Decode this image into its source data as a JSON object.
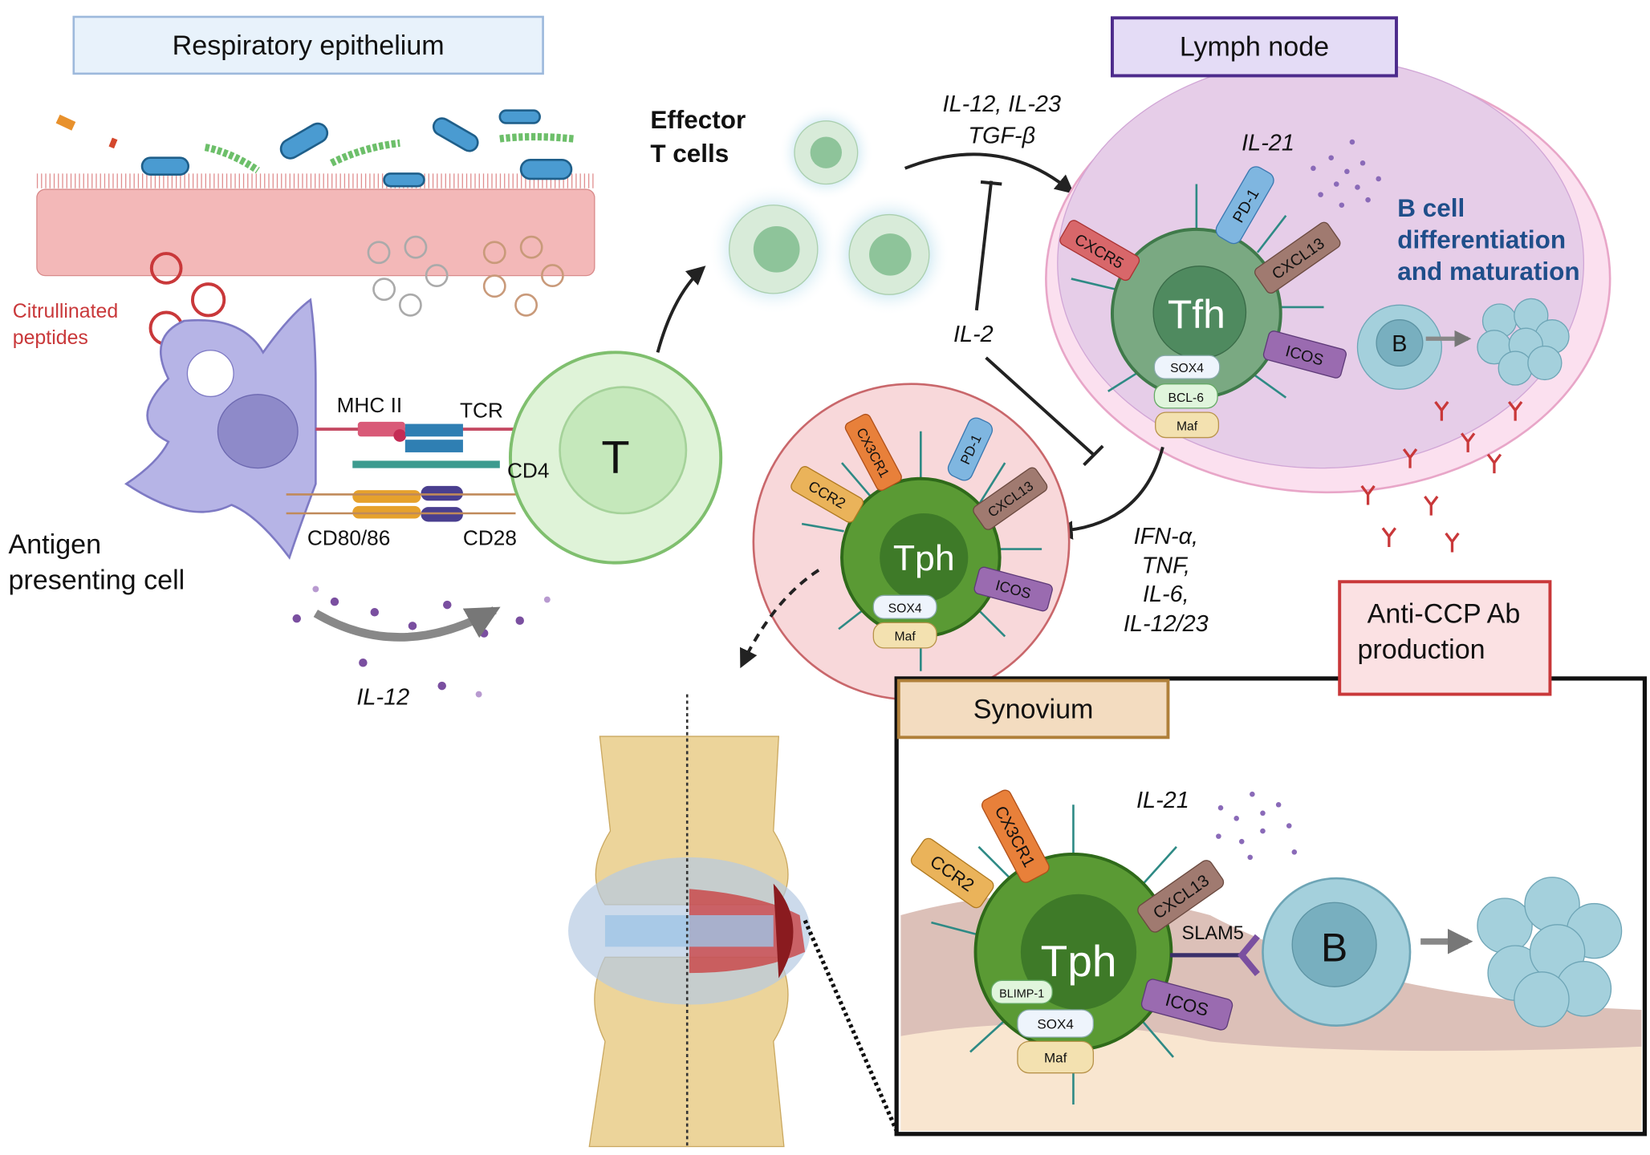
{
  "panels": {
    "respiratory_epithelium": "Respiratory epithelium",
    "lymph_node": "Lymph node",
    "synovium": "Synovium",
    "anti_ccp": [
      "Anti-CCP Ab",
      "production"
    ]
  },
  "labels": {
    "citrullinated": [
      "Citrullinated",
      "peptides"
    ],
    "apc": [
      "Antigen",
      "presenting cell"
    ],
    "mhc2": "MHC II",
    "tcr": "TCR",
    "cd4": "CD4",
    "cd80_86": "CD80/86",
    "cd28": "CD28",
    "t_cell": "T",
    "il12": "IL-12",
    "effector": [
      "Effector",
      "T cells"
    ],
    "il12_il23": "IL-12, IL-23",
    "tgfb": "TGF-β",
    "il2": "IL-2",
    "il21_ln": "IL-21",
    "il21_syn": "IL-21",
    "b_diff": [
      "B cell",
      "differentiation",
      "and maturation"
    ],
    "b_cell": "B",
    "cytokines": [
      "IFN-α,",
      "TNF,",
      "IL-6,",
      "IL-12/23"
    ],
    "slam5": "SLAM5"
  },
  "tfh": {
    "name": "Tfh",
    "receptors": [
      "CXCR5",
      "PD-1",
      "CXCL13",
      "ICOS"
    ],
    "factors": [
      "SOX4",
      "BCL-6",
      "Maf"
    ]
  },
  "tph_ln": {
    "name": "Tph",
    "receptors": [
      "CCR2",
      "CX3CR1",
      "PD-1",
      "CXCL13",
      "ICOS"
    ],
    "factors": [
      "SOX4",
      "Maf"
    ]
  },
  "tph_syn": {
    "name": "Tph",
    "receptors": [
      "CCR2",
      "CX3CR1",
      "CXCL13",
      "ICOS"
    ],
    "factors": [
      "BLIMP-1",
      "SOX4",
      "Maf"
    ]
  },
  "colors": {
    "tfh": "#7aa982",
    "tph": "#5a9a34",
    "lymph_node": "#e6cde8",
    "b_cell": "#9fcdd9",
    "antibody": "#c9383a",
    "text_blue": "#1f4e8a",
    "citrullinated_text": "#c9383a"
  },
  "icons": [
    "cigarette-icon",
    "bacteria-icon",
    "antibody-icon",
    "joint-icon",
    "cytokine-dots-icon"
  ]
}
